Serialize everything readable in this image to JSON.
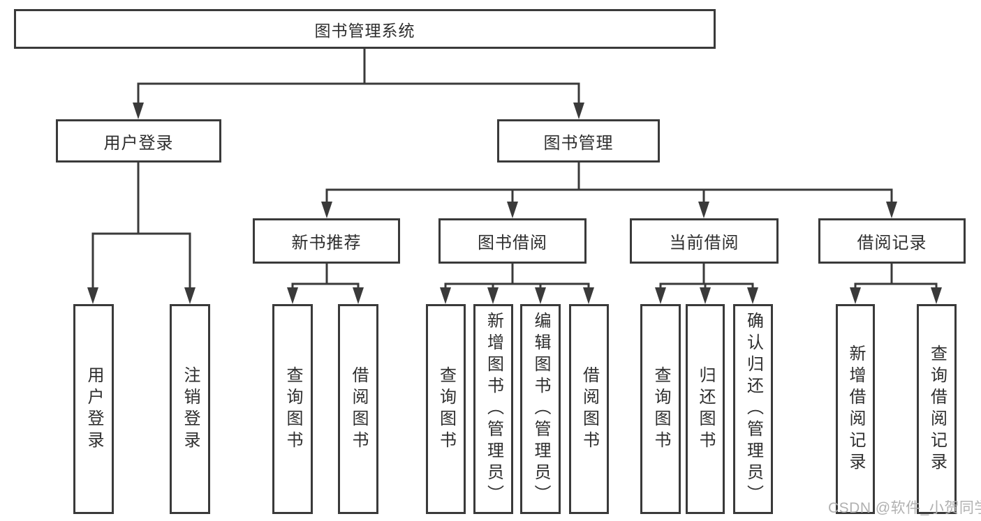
{
  "diagram": {
    "root": "图书管理系统",
    "branches": [
      {
        "label": "用户登录",
        "children": [
          {
            "label": "用户登录"
          },
          {
            "label": "注销登录"
          }
        ]
      },
      {
        "label": "图书管理",
        "children": [
          {
            "label": "新书推荐",
            "children": [
              {
                "label": "查询图书"
              },
              {
                "label": "借阅图书"
              }
            ]
          },
          {
            "label": "图书借阅",
            "children": [
              {
                "label": "查询图书"
              },
              {
                "label": "新增图书（管理员）"
              },
              {
                "label": "编辑图书（管理员）"
              },
              {
                "label": "借阅图书"
              }
            ]
          },
          {
            "label": "当前借阅",
            "children": [
              {
                "label": "查询图书"
              },
              {
                "label": "归还图书"
              },
              {
                "label": "确认归还（管理员）"
              }
            ]
          },
          {
            "label": "借阅记录",
            "children": [
              {
                "label": "新增借阅记录"
              },
              {
                "label": "查询借阅记录"
              }
            ]
          }
        ]
      }
    ]
  },
  "watermark": "CSDN @软件_小贺同学",
  "colors": {
    "line": "#3a3a3a",
    "text": "#2e2e2e",
    "watermark": "#b1b1b1",
    "background": "#ffffff"
  }
}
